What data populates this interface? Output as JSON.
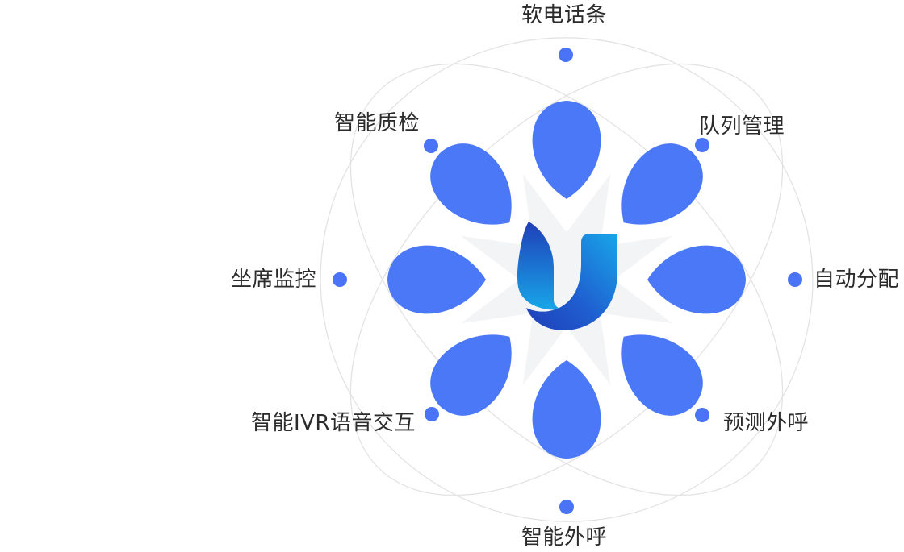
{
  "features": [
    {
      "id": "top",
      "label": "软电话条"
    },
    {
      "id": "top-right",
      "label": "队列管理"
    },
    {
      "id": "right",
      "label": "自动分配"
    },
    {
      "id": "bottom-right",
      "label": "预测外呼"
    },
    {
      "id": "bottom",
      "label": "智能外呼"
    },
    {
      "id": "bottom-left",
      "label": "智能IVR语音交互"
    },
    {
      "id": "left",
      "label": "坐席监控"
    },
    {
      "id": "top-left",
      "label": "智能质检"
    }
  ],
  "logo": {
    "icon": "u-letter-logo-icon"
  },
  "colors": {
    "petal": "#4a78f7",
    "dot": "#4a73f5",
    "star": "#f3f4f6",
    "orbit": "#e3e3e3",
    "logo_dark": "#1f3fb8",
    "logo_light": "#18a6e8"
  }
}
